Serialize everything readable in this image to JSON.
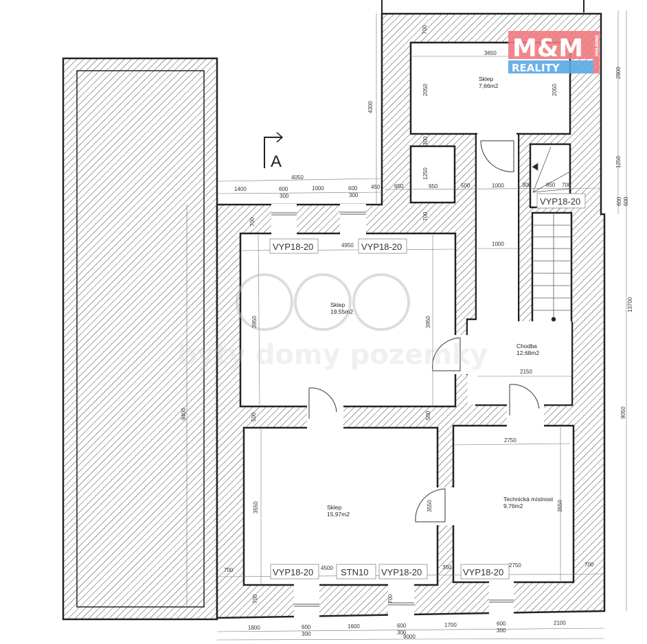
{
  "logo": {
    "brand": "M&M",
    "sub": "REALITY",
    "side": "HOLDING",
    "red": "#f07a80",
    "blue": "#5aa8e6"
  },
  "watermark": {
    "text": "byty domy pozemky"
  },
  "section": {
    "label": "A"
  },
  "rooms": [
    {
      "name": "Sklep",
      "area": "7,66m2"
    },
    {
      "name": "Sklep",
      "area": "19,55m2"
    },
    {
      "name": "Chodba",
      "area": "12,68m2"
    },
    {
      "name": "Sklep",
      "area": "15,97m2"
    },
    {
      "name": "Technická místnost",
      "area": "9,76m2"
    }
  ],
  "tags": [
    "VYP18-20",
    "VYP18-20",
    "VYP18-20",
    "VYP18-20",
    "VYP18-20",
    "VYP18-20",
    "STN10"
  ],
  "dims": [
    "4050",
    "1400",
    "600",
    "300",
    "1000",
    "600",
    "300",
    "450",
    "650",
    "950",
    "500",
    "1000",
    "300",
    "850",
    "700",
    "4300",
    "700",
    "2050",
    "2050",
    "300",
    "1250",
    "2800",
    "1250",
    "600",
    "600",
    "13700",
    "9050",
    "700",
    "700",
    "3950",
    "3950",
    "9400",
    "500",
    "500",
    "3550",
    "3550",
    "3550",
    "700",
    "700",
    "3650",
    "4950",
    "1000",
    "2150",
    "2750",
    "4500",
    "350",
    "2750",
    "700",
    "700",
    "1800",
    "600",
    "300",
    "1600",
    "600",
    "300",
    "1700",
    "600",
    "300",
    "2100",
    "9000"
  ]
}
